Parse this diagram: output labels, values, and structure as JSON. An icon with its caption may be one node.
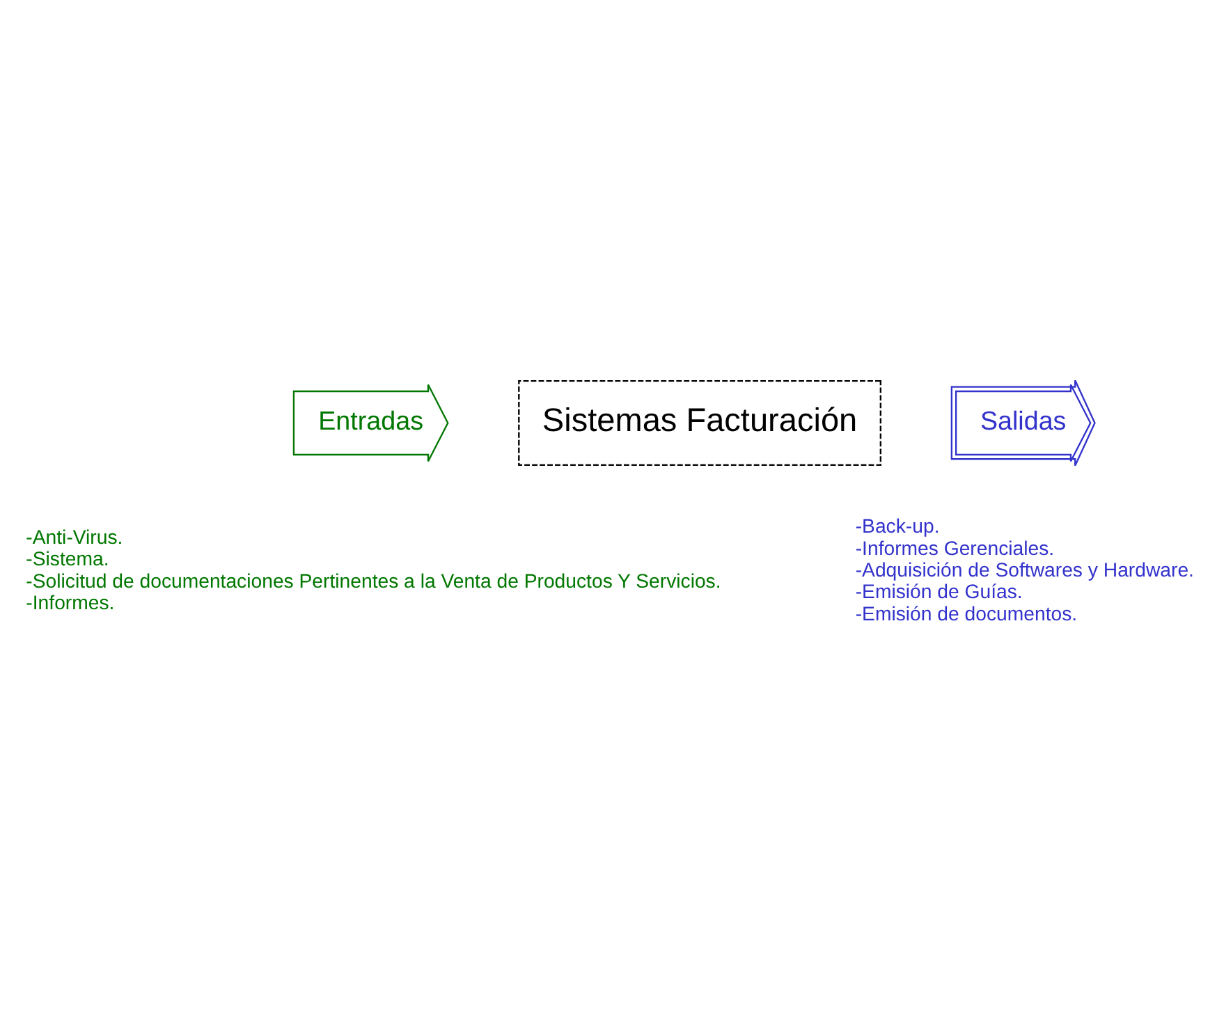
{
  "diagram": {
    "nodes": [
      {
        "text": [
          "Entradas"
        ],
        "beside": [
          "-Anti-Virus.",
          "-Sistema.",
          "-Solicitud de documentaciones Pertinentes a la Venta de Productos Y Servicios.",
          "-Informes."
        ]
      },
      {
        "text": [
          "Sistemas Facturación"
        ]
      },
      {
        "text": [
          "Salidas"
        ],
        "beside": [
          "-Back-up.",
          "-Informes Gerenciales.",
          "-Adquisición de Softwares y Hardware.",
          "-Emisión de Guías.",
          "-Emisión de documentos."
        ]
      }
    ]
  }
}
